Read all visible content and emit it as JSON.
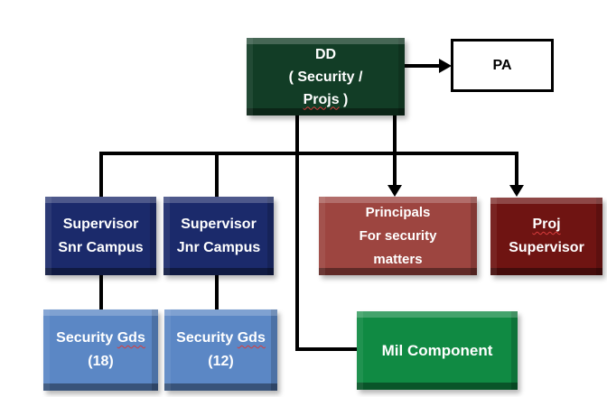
{
  "nodes": {
    "dd": {
      "line1": "DD",
      "line2": "( Security /",
      "line3_word": "Projs",
      "line3_rest": " )"
    },
    "pa": {
      "label": "PA"
    },
    "supervisor_snr": {
      "line1": "Supervisor",
      "line2": "Snr Campus"
    },
    "supervisor_jnr": {
      "line1": "Supervisor",
      "line2": "Jnr Campus"
    },
    "principals": {
      "line1": "Principals",
      "line2": "For security",
      "line3": "matters"
    },
    "proj_supervisor": {
      "line1_word": "Proj",
      "line2": "Supervisor"
    },
    "security_gds_18": {
      "line1_a": "Security ",
      "line1_word": "Gds",
      "line2": "(18)"
    },
    "security_gds_12": {
      "line1_a": "Security ",
      "line1_word": "Gds",
      "line2": "(12)"
    },
    "mil_component": {
      "label": "Mil Component"
    }
  },
  "colors": {
    "dd_dark_green": "#123d26",
    "mil_green": "#108a43",
    "supervisor_navy": "#1b2a6b",
    "security_light_blue": "#5b87c5",
    "principals_brick_red": "#9d4540",
    "proj_maroon": "#6f1412",
    "pa_white": "#ffffff",
    "connector_black": "#000000",
    "misspelling_underline_red": "#d83c3c"
  }
}
